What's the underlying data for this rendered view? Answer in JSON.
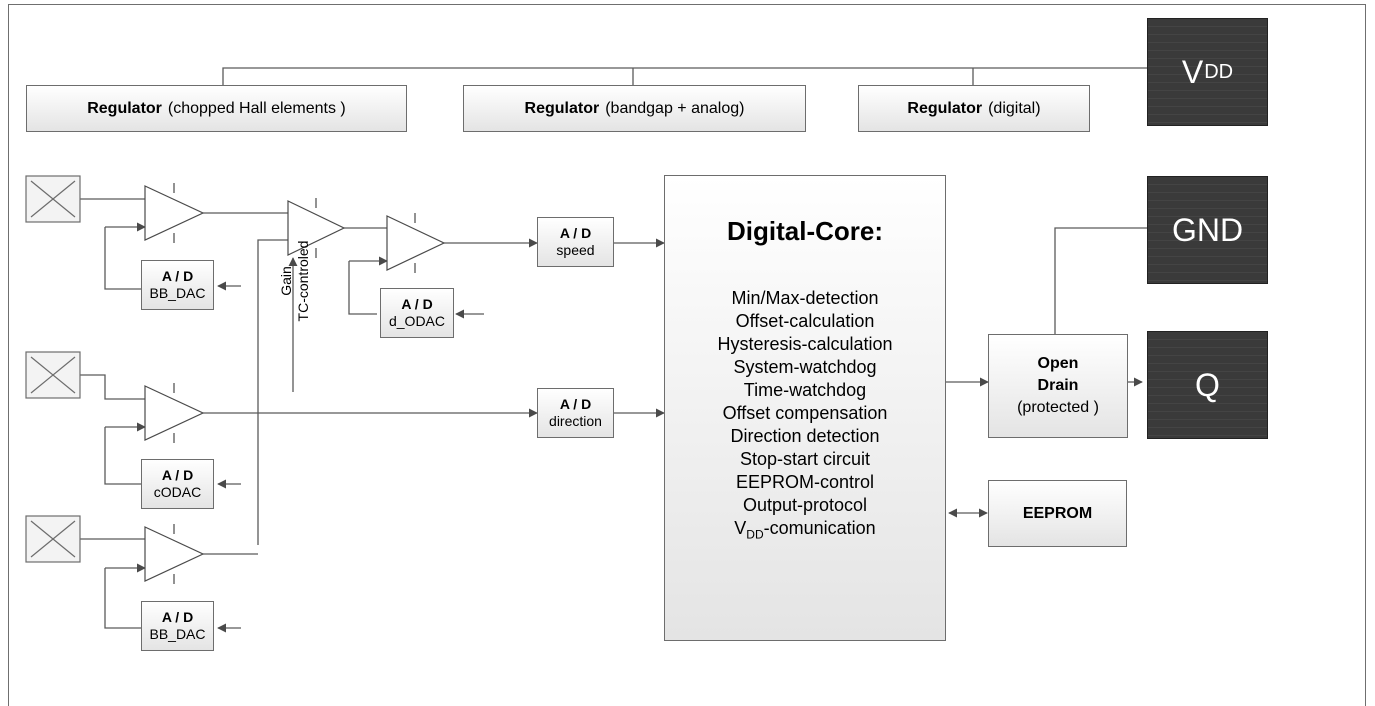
{
  "regulators": [
    {
      "bold": "Regulator",
      "text": "(chopped Hall elements )"
    },
    {
      "bold": "Regulator",
      "text": "(bandgap + analog)"
    },
    {
      "bold": "Regulator",
      "text": "(digital)"
    }
  ],
  "pins": {
    "vdd": {
      "main": "V",
      "sub": "DD"
    },
    "gnd": "GND",
    "q": "Q"
  },
  "ad_converters": {
    "bb_dac_top": {
      "title": "A / D",
      "label": "BB_DAC"
    },
    "d_odac": {
      "title": "A / D",
      "label": "d_ODAC"
    },
    "speed": {
      "title": "A / D",
      "label": "speed"
    },
    "direction": {
      "title": "A / D",
      "label": "direction"
    },
    "codac": {
      "title": "A / D",
      "label": "cODAC"
    },
    "bb_dac_bottom": {
      "title": "A / D",
      "label": "BB_DAC"
    }
  },
  "gain_label": {
    "line1": "Gain",
    "line2": "TC-controled"
  },
  "digital_core": {
    "title": "Digital-Core:",
    "items": [
      "Min/Max-detection",
      "Offset-calculation",
      "Hysteresis-calculation",
      "System-watchdog",
      "Time-watchdog",
      "Offset compensation",
      "Direction detection",
      "Stop-start circuit",
      "EEPROM-control",
      "Output-protocol"
    ],
    "last_item": {
      "prefix": "V",
      "sub": "DD",
      "suffix": "-comunication"
    }
  },
  "open_drain": {
    "line1": "Open",
    "line2": "Drain",
    "line3": "(protected )"
  },
  "eeprom": "EEPROM",
  "colors": {
    "pin_fill": "#3a3a3a",
    "pin_text": "#ffffff",
    "line": "#4a4a4a",
    "box_border": "#6d6d6d"
  }
}
